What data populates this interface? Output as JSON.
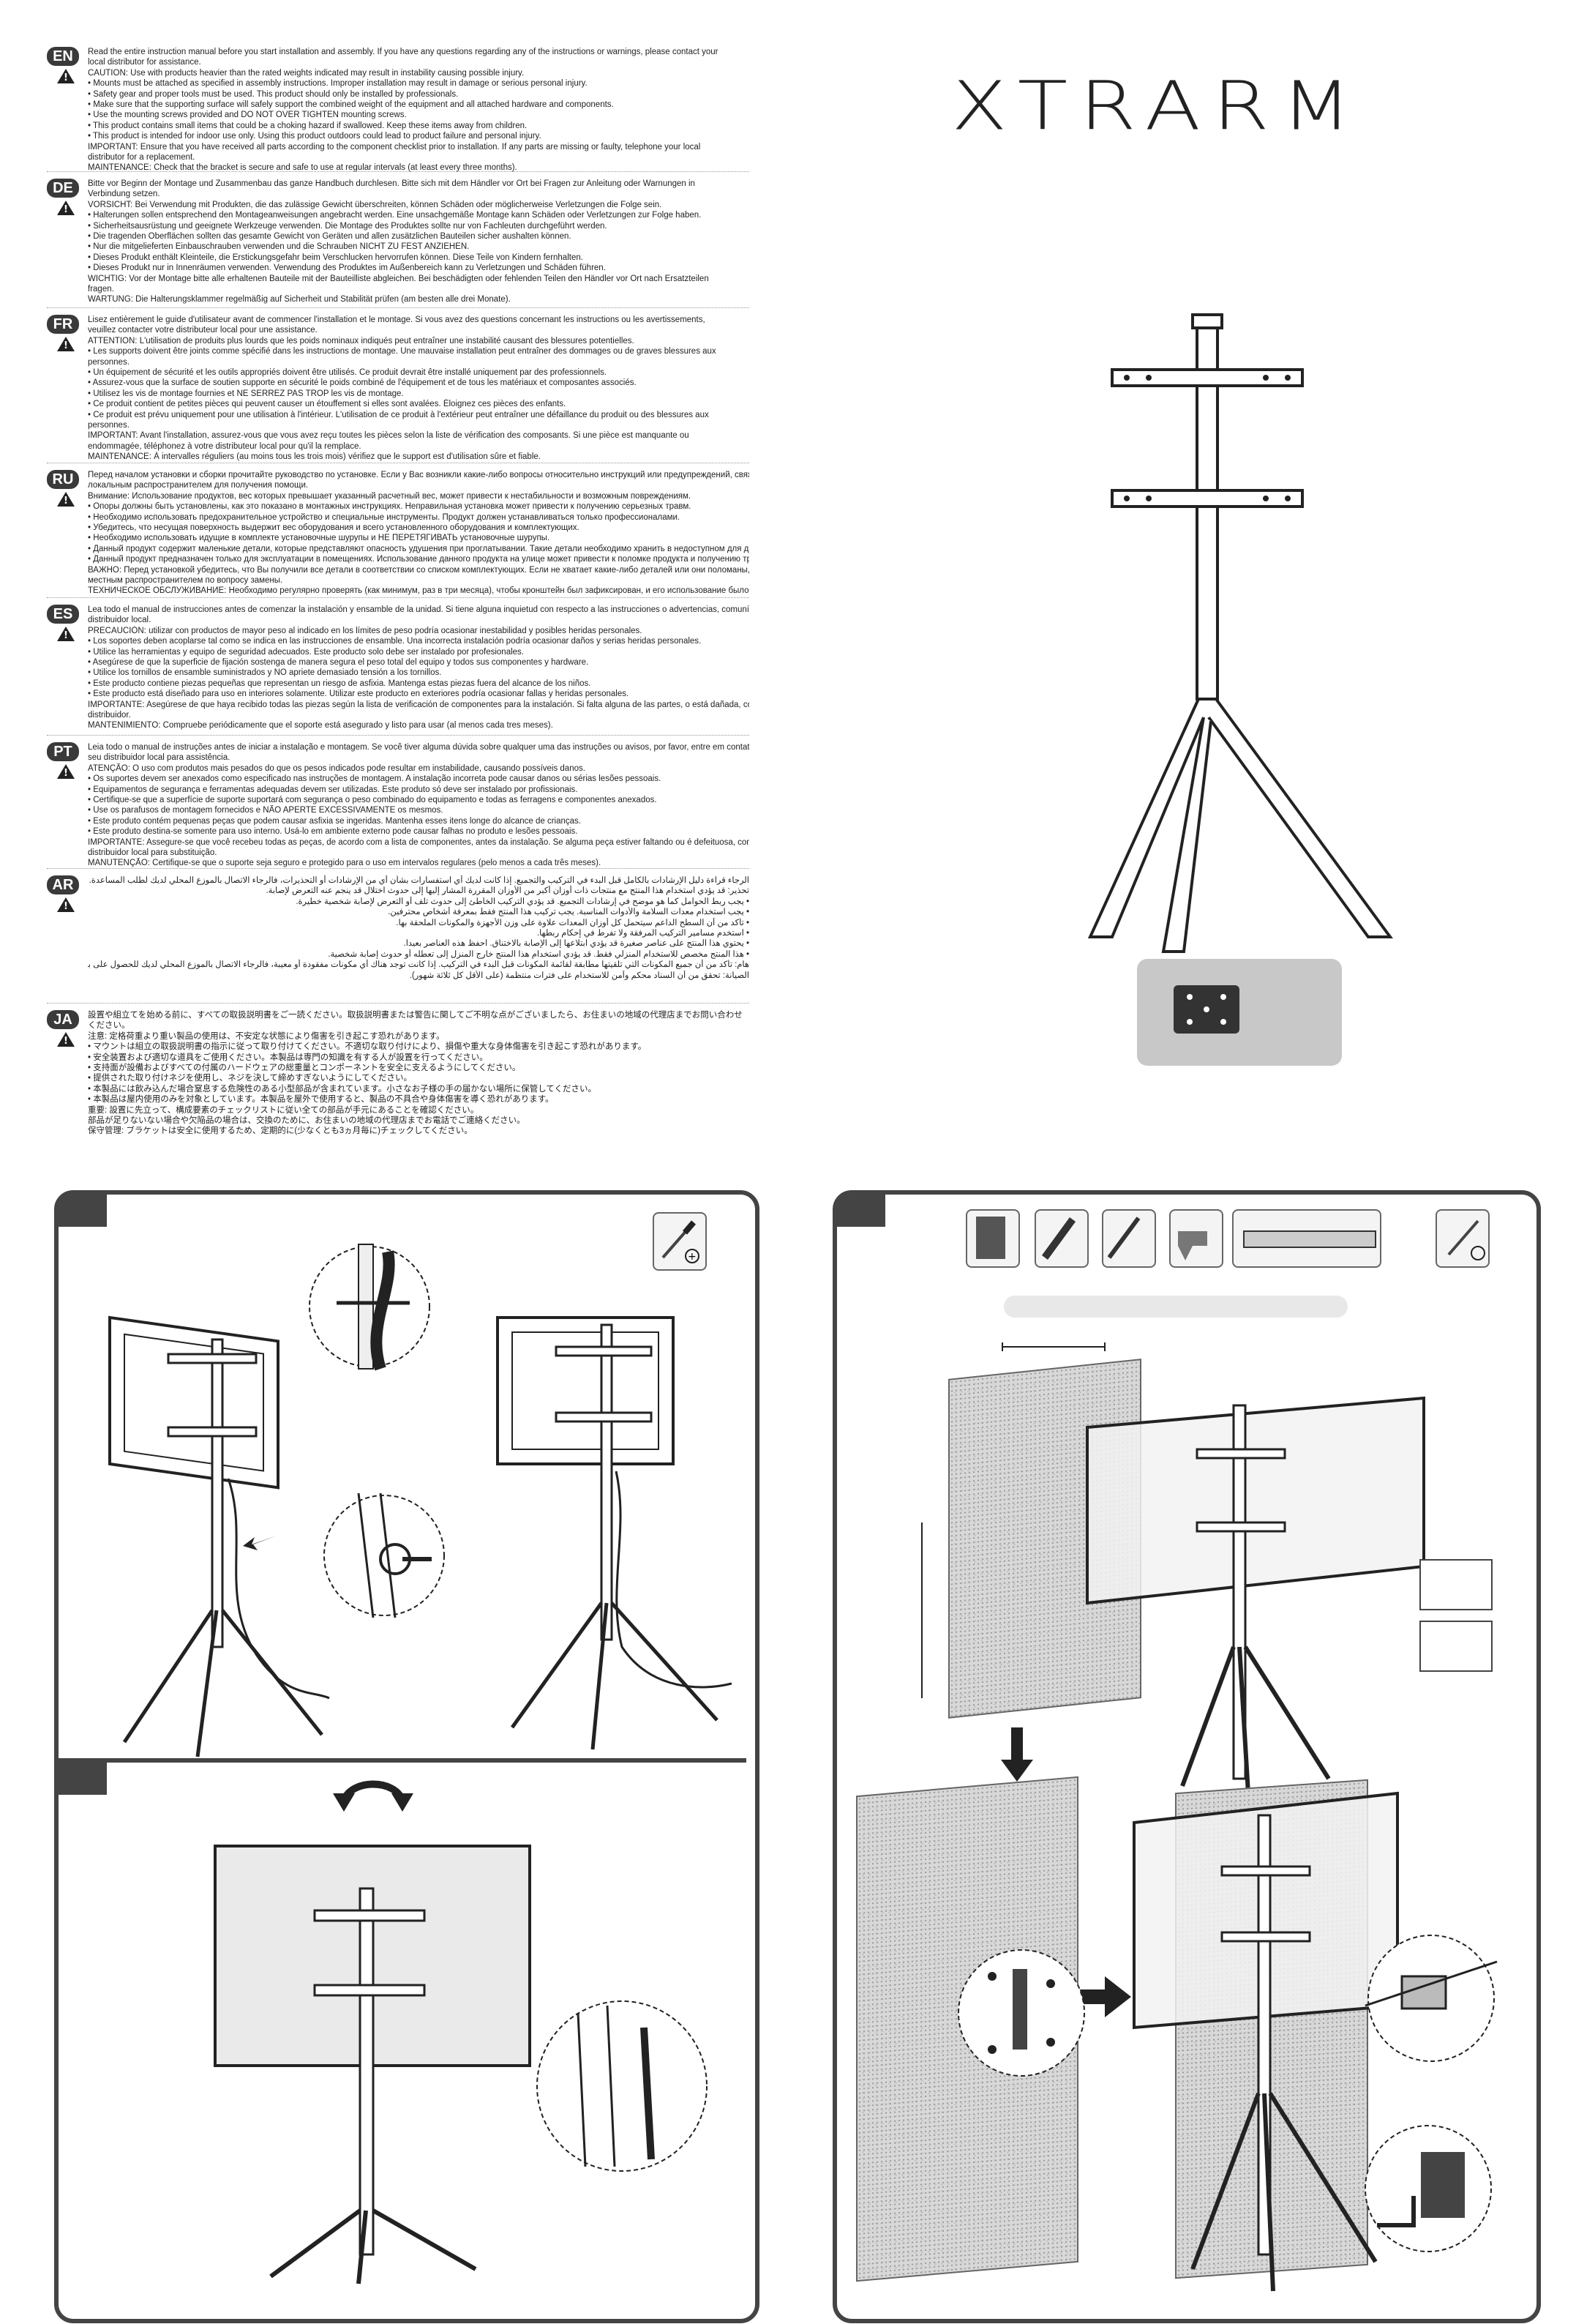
{
  "brand": "XTRARM",
  "languages": [
    {
      "code": "EN",
      "lines": [
        "Read the entire instruction manual before you start installation and assembly. If you have any questions regarding any of the instructions or warnings, please contact your",
        "local distributor for assistance.",
        "CAUTION: Use with products heavier than the rated weights indicated may result in instability causing possible injury.",
        "• Mounts must be attached as specified in assembly instructions. Improper installation may result in damage or serious personal injury.",
        "• Safety gear and proper tools must be used. This product should only be installed by professionals.",
        "• Make sure that the supporting surface will safely support the combined weight of the equipment and all attached hardware and components.",
        "• Use the mounting screws provided and DO NOT OVER TIGHTEN mounting screws.",
        "• This product contains small items that could be a choking hazard if swallowed. Keep these items away from children.",
        "• This product is intended for indoor use only. Using this product outdoors could lead to product failure and personal injury.",
        "IMPORTANT: Ensure that you have received all parts according to the component checklist prior to installation. If any parts are missing or faulty, telephone your local",
        "distributor for a replacement.",
        "MAINTENANCE: Check that the bracket is secure and safe to use at regular intervals (at least every three months)."
      ]
    },
    {
      "code": "DE",
      "lines": [
        "Bitte vor Beginn der Montage und Zusammenbau das ganze Handbuch durchlesen. Bitte sich mit dem Händler vor Ort bei Fragen zur Anleitung oder Warnungen in",
        "Verbindung setzen.",
        "VORSICHT: Bei Verwendung mit Produkten, die das zulässige Gewicht überschreiten, können Schäden oder möglicherweise Verletzungen die Folge sein.",
        "• Halterungen sollen entsprechend den Montageanweisungen angebracht werden. Eine unsachgemäße Montage kann Schäden oder Verletzungen zur Folge haben.",
        "• Sicherheitsausrüstung und geeignete Werkzeuge verwenden. Die Montage des Produktes sollte nur von Fachleuten durchgeführt werden.",
        "• Die tragenden Oberflächen sollten das gesamte Gewicht von Geräten und allen zusätzlichen Bauteilen sicher aushalten können.",
        "• Nur die mitgelieferten Einbauschrauben verwenden und die Schrauben NICHT ZU FEST ANZIEHEN.",
        "• Dieses Produkt enthält Kleinteile, die Erstickungsgefahr beim Verschlucken hervorrufen können. Diese Teile von Kindern fernhalten.",
        "• Dieses Produkt nur in Innenräumen verwenden. Verwendung des Produktes im Außenbereich kann zu Verletzungen und Schäden führen.",
        "WICHTIG: Vor der Montage bitte alle erhaltenen Bauteile mit der Bauteilliste abgleichen. Bei beschädigten oder fehlenden Teilen den Händler vor Ort nach Ersatzteilen",
        "fragen.",
        "WARTUNG: Die Halterungsklammer regelmäßig auf Sicherheit und Stabilität prüfen (am besten alle drei Monate)."
      ]
    },
    {
      "code": "FR",
      "lines": [
        "Lisez entièrement le guide d'utilisateur avant de commencer l'installation et le montage. Si vous avez des questions concernant les instructions ou les avertissements,",
        "veuillez contacter votre distributeur local pour une assistance.",
        "ATTENTION: L'utilisation de produits plus lourds que les poids nominaux indiqués peut entraîner une instabilité causant des blessures potentielles.",
        "• Les supports doivent être joints comme spécifié dans les instructions de montage. Une mauvaise installation peut entraîner des dommages ou de graves blessures aux",
        "personnes.",
        "• Un équipement de sécurité et les outils appropriés doivent être utilisés. Ce produit devrait être installé uniquement par des professionnels.",
        "• Assurez-vous que la surface de soutien supporte en sécurité le poids combiné de l'équipement et de tous les matériaux et composantes associés.",
        "• Utilisez les vis de montage fournies et NE SERREZ PAS TROP les vis de montage.",
        "• Ce produit contient de petites pièces qui peuvent causer un étouffement si elles sont avalées. Éloignez ces pièces des enfants.",
        "• Ce produit est prévu uniquement pour une utilisation à l'intérieur. L'utilisation de ce produit à l'extérieur peut entraîner une défaillance du produit ou des blessures aux",
        "personnes.",
        "IMPORTANT: Avant l'installation, assurez-vous que vous avez reçu toutes les pièces selon la liste de vérification des composants. Si une pièce est manquante ou",
        "endommagée, téléphonez à votre distributeur local pour qu'il la remplace.",
        "MAINTENANCE: À intervalles réguliers (au moins tous les trois mois) vérifiez que le support est d'utilisation sûre et fiable."
      ]
    },
    {
      "code": "RU",
      "lines": [
        "Перед началом установки и сборки прочитайте руководство по установке. Если у Вас возникли какие-либо вопросы относительно инструкций или предупреждений, свяжитесь с Вашим",
        "локальным распространителем для получения помощи.",
        "Внимание: Использование продуктов, вес которых превышает указанный расчетный вес, может привести к нестабильности и возможным повреждениям.",
        "• Опоры должны быть установлены, как это показано в монтажных инструкциях. Неправильная установка может привести к получению серьезных травм.",
        "• Необходимо использовать предохранительное устройство и специальные инструменты. Продукт должен устанавливаться только профессионалами.",
        "• Убедитесь, что несущая поверхность выдержит вес оборудования и всего установленного оборудования и комплектующих.",
        "• Необходимо использовать идущие в комплекте установочные шурупы и НЕ ПЕРЕТЯГИВАТЬ установочные шурупы.",
        "• Данный продукт содержит маленькие детали, которые представляют опасность удушения при проглатывании. Такие детали необходимо хранить в недоступном для детей месте.",
        "• Данный продукт предназначен только для эксплуатации в помещениях. Использование данного продукта на улице может привести к поломке продукта и получению травм.",
        "ВАЖНО: Перед установкой убедитесь, что Вы получили все детали в соответствии со списком комплектующих. Если не хватает какие-либо деталей или они поломаны, свяжитесь с Вашим",
        "местным распространителем по вопросу замены.",
        "ТЕХНИЧЕСКОЕ ОБСЛУЖИВАНИЕ: Необходимо регулярно проверять (как минимум, раз в три месяца), чтобы кронштейн был зафиксирован, и его использование было безопасным."
      ]
    },
    {
      "code": "ES",
      "lines": [
        "Lea todo el manual de instrucciones antes de comenzar la instalación y ensamble de la unidad. Si tiene alguna inquietud con respecto a las instrucciones o advertencias, comuníquese con su",
        "distribuidor local.",
        "PRECAUCIÓN: utilizar con productos de mayor peso al indicado en los límites de peso podría ocasionar inestabilidad y posibles heridas personales.",
        "• Los soportes deben acoplarse tal como se indica en las instrucciones de ensamble. Una incorrecta instalación podría ocasionar daños y serias heridas personales.",
        "• Utilice las herramientas y equipo de seguridad adecuados. Este producto solo debe ser instalado por profesionales.",
        "• Asegúrese de que la superficie de fijación sostenga de manera segura el peso total del equipo y todos sus componentes y hardware.",
        "• Utilice los tornillos de ensamble suministrados y NO apriete demasiado tensión a los tornillos.",
        "• Este producto contiene piezas pequeñas que representan un riesgo de asfixia. Mantenga estas piezas fuera del alcance de los niños.",
        "• Este producto está diseñado para uso en interiores solamente. Utilizar este producto en exteriores podría ocasionar fallas y heridas personales.",
        "IMPORTANTE: Asegúrese de que haya recibido todas las piezas según la lista de verificación de componentes para la instalación. Si falta alguna de las partes, o está dañada, comuníquese con su",
        "distribuidor.",
        "MANTENIMIENTO: Compruebe periódicamente que el soporte está asegurado y listo para usar (al menos cada tres meses)."
      ]
    },
    {
      "code": "PT",
      "lines": [
        "Leia todo o manual de instruções antes de iniciar a instalação e montagem. Se você tiver alguma dúvida sobre qualquer uma das instruções ou avisos, por favor, entre em contato com o",
        "seu distribuidor local para assistência.",
        "ATENÇÃO: O uso com produtos mais pesados do que os pesos indicados pode resultar em instabilidade, causando possíveis danos.",
        "• Os suportes devem ser anexados como especificado nas instruções de montagem. A instalação incorreta pode causar danos ou sérias lesões pessoais.",
        "• Equipamentos de segurança e ferramentas adequadas devem ser utilizadas. Este produto só deve ser instalado por profissionais.",
        "• Certifique-se que a superfície de suporte suportará com segurança o peso combinado do equipamento e todas as ferragens e componentes anexados.",
        "• Use os parafusos de montagem fornecidos e NÃO APERTE EXCESSIVAMENTE os mesmos.",
        "• Este produto contém pequenas peças que podem causar asfixia se ingeridas. Mantenha esses itens longe do alcance de crianças.",
        "• Este produto destina-se somente para uso interno. Usá-lo em ambiente externo pode causar falhas no produto e lesões pessoais.",
        "IMPORTANTE: Assegure-se que você recebeu todas as peças, de acordo com a lista de componentes, antes da instalação. Se alguma peça estiver faltando ou é defeituosa, contate o seu",
        "distribuidor local para substituição.",
        "MANUTENÇÃO: Certifique-se que o suporte seja seguro e protegido para o uso em intervalos regulares (pelo menos a cada três meses)."
      ]
    },
    {
      "code": "AR",
      "lines": [
        "الرجاء قراءة دليل الإرشادات بالكامل قبل البدء في التركيب والتجميع. إذا كانت لديك أي استفسارات بشأن أي من الإرشادات أو التحذيرات، فالرجاء الاتصال بالموزع المحلي لديك لطلب المساعدة.",
        "تحذير: قد يؤدي استخدام هذا المنتج مع منتجات ذات أوزان أكبر من الأوزان المقررة المشار إليها إلى حدوث اختلال قد ينجم عنه التعرض لإصابة.",
        "• يجب ربط الحوامل كما هو موضح في إرشادات التجميع. قد يؤدي التركيب الخاطئ إلى حدوث تلف أو التعرض لإصابة شخصية خطيرة.",
        "• يجب استخدام معدات السلامة والأدوات المناسبة. يجب تركيب هذا المنتج فقط بمعرفة أشخاص محترفين.",
        "• تأكد من أن السطح الداعم سيتحمل كل أوزان المعدات علاوة على وزن الأجهزة والمكونات الملحقة بها.",
        "• استخدم مسامير التركيب المرفقة ولا تفرط في إحكام ربطها.",
        "• يحتوي هذا المنتج على عناصر صغيرة قد يؤدي ابتلاعها إلى الإصابة بالاختناق. احفظ هذه العناصر بعيدا.",
        "• هذا المنتج مخصص للاستخدام المنزلي فقط. قد يؤدي استخدام هذا المنتج خارج المنزل إلى تعطله أو حدوث إصابة شخصية.",
        "هام: تأكد من أن جميع المكونات التي تلقيتها مطابقة لقائمة المكونات قبل البدء في التركيب. إذا كانت توجد هناك أي مكونات مفقودة أو معيبة، فالرجاء الاتصال بالموزع المحلي لديك للحصول على بديل لها.",
        "الصيانة: تحقق من أن السناد محكم وآمن للاستخدام على فترات منتظمة (على الأقل كل ثلاثة شهور)."
      ]
    },
    {
      "code": "JA",
      "lines": [
        "設置や組立てを始める前に、すべての取扱説明書をご一読ください。取扱説明書または警告に関してご不明な点がございましたら、お住まいの地域の代理店までお問い合わせ",
        "ください。",
        "注意: 定格荷重より重い製品の使用は、不安定な状態により傷害を引き起こす恐れがあります。",
        "• マウントは組立の取扱説明書の指示に従って取り付けてください。不適切な取り付けにより、損傷や重大な身体傷害を引き起こす恐れがあります。",
        "• 安全装置および適切な道具をご使用ください。本製品は専門の知識を有する人が設置を行ってください。",
        "• 支持面が設備およびすべての付属のハードウェアの総重量とコンポーネントを安全に支えるようにしてください。",
        "• 提供された取り付けネジを使用し、ネジを決して締めすぎないようにしてください。",
        "• 本製品には飲み込んだ場合窒息する危険性のある小型部品が含まれています。小さなお子様の手の届かない場所に保管してください。",
        "• 本製品は屋内使用のみを対象としています。本製品を屋外で使用すると、製品の不具合や身体傷害を導く恐れがあります。",
        "重要: 設置に先立って、構成要素のチェックリストに従い全ての部品が手元にあることを確認ください。",
        "部品が足りないない場合や欠陥品の場合は、交換のために、お住まいの地域の代理店までお電話でご連絡ください。",
        "保守管理: ブラケットは安全に使用するため、定期的に(少なくとも3ヵ月毎に)チェックしてください。"
      ]
    }
  ]
}
